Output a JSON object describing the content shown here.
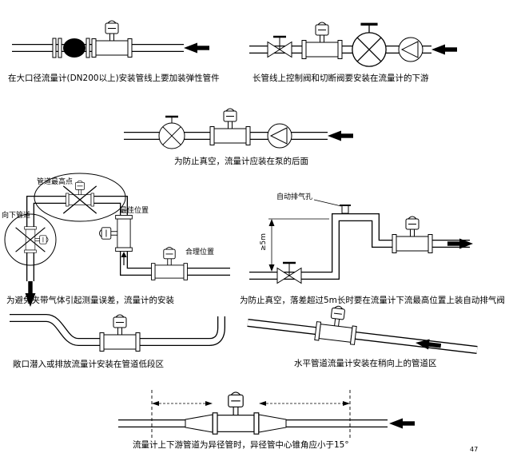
{
  "page": {
    "background": "#ffffff",
    "ink": "#000000",
    "page_marker": "47"
  },
  "figures": {
    "fig1": {
      "caption": "在大口径流量计(DN200以上)安装管线上要加装弹性管件"
    },
    "fig2": {
      "caption": "长管线上控制阀和切断阀要安装在流量计的下游"
    },
    "fig3": {
      "caption": "为防止真空，流量计应装在泵的后面"
    },
    "fig4": {
      "caption": "为避免夹带气体引起测量误差，流量计的安装",
      "labels": {
        "highest_point": "管道最高点",
        "downward_pipe": "向下管道",
        "best_position": "最佳位置",
        "reasonable_position": "合理位置"
      }
    },
    "fig5": {
      "caption": "为防止真空，落差超过5m长时要在流量计下流最高位置上装自动排气阀",
      "labels": {
        "auto_vent": "自动排气孔",
        "drop_height": "≥5m"
      }
    },
    "fig6": {
      "caption": "敞口潜入或排放流量计安装在管道低段区"
    },
    "fig7": {
      "caption": "水平管道流量计安装在稍向上的管道区"
    },
    "fig8": {
      "caption": "流量计上下游管道为异径管时，异径管中心锥角应小于15°"
    }
  }
}
